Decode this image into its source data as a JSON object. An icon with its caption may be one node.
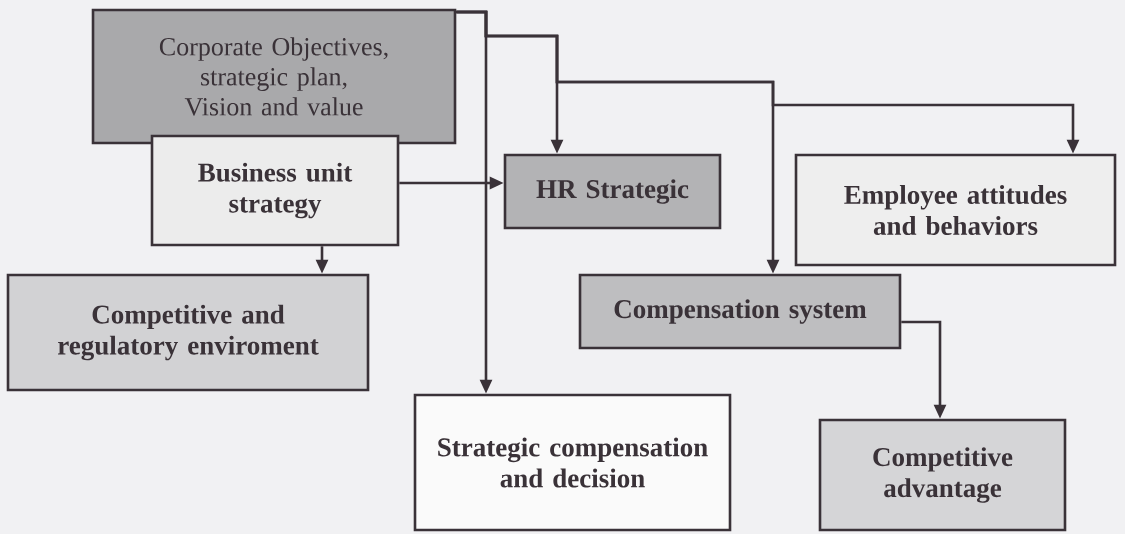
{
  "diagram": {
    "nodes": [
      {
        "text": [
          "Corporate Objectives, strategic plan, Vision and value"
        ]
      },
      {
        "text": [
          "Business unit strategy"
        ]
      },
      {
        "text": [
          "HR Strategic"
        ]
      },
      {
        "text": [
          "Employee attitudes and behaviors"
        ]
      },
      {
        "text": [
          "Competitive and regulatory enviroment"
        ]
      },
      {
        "text": [
          "Compensation system"
        ]
      },
      {
        "text": [
          "Strategic compensation and decision"
        ]
      },
      {
        "text": [
          "Competitive advantage"
        ]
      }
    ],
    "edges": [
      {
        "from": 0,
        "to": 6,
        "arrow": "to"
      },
      {
        "from": 0,
        "to": 2,
        "arrow": "to"
      },
      {
        "from": 0,
        "to": 5,
        "arrow": "to"
      },
      {
        "from": 0,
        "to": 3,
        "arrow": "to"
      },
      {
        "from": 1,
        "to": 2,
        "arrow": "to"
      },
      {
        "from": 1,
        "to": 4,
        "arrow": "to"
      },
      {
        "from": 5,
        "to": 7,
        "arrow": "to"
      }
    ]
  }
}
